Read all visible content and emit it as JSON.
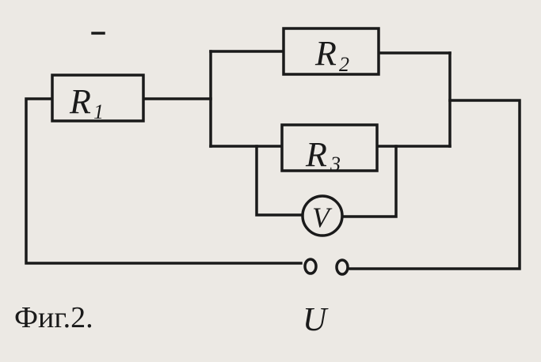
{
  "circuit": {
    "r1": {
      "letter": "R",
      "sub": "1"
    },
    "r2": {
      "letter": "R",
      "sub": "2"
    },
    "r3": {
      "letter": "R",
      "sub": "3"
    },
    "voltmeter": {
      "symbol": "V"
    },
    "voltage_label": "U",
    "terminal_left": "o",
    "terminal_right": "o"
  },
  "figure": {
    "caption": "Фиг.2."
  }
}
